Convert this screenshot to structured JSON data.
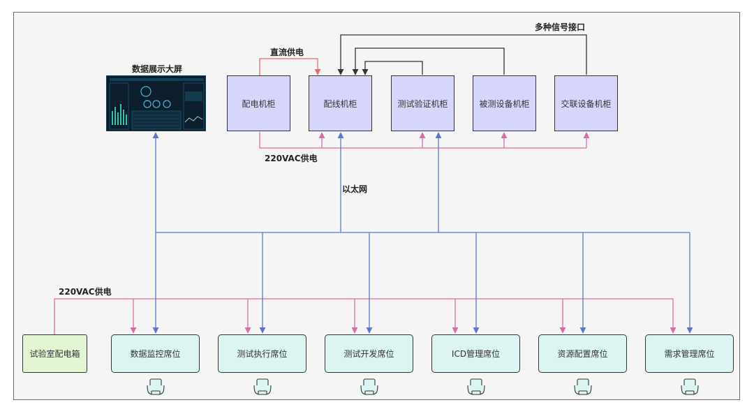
{
  "labels": {
    "screen_title": "数据展示大屏",
    "dc_power": "直流供电",
    "multi_signal": "多种信号接口",
    "ac_power_top": "220VAC供电",
    "ethernet": "以太网",
    "ac_power_bottom": "220VAC供电"
  },
  "cabinets": [
    {
      "id": "power-dist",
      "label": "配电机柜"
    },
    {
      "id": "wiring",
      "label": "配线机柜"
    },
    {
      "id": "test-verify",
      "label": "测试验证机柜"
    },
    {
      "id": "dut",
      "label": "被测设备机柜"
    },
    {
      "id": "interlink",
      "label": "交联设备机柜"
    }
  ],
  "distribution_box": {
    "label": "试验室配电箱"
  },
  "seats": [
    {
      "id": "data-monitor",
      "label": "数据监控席位"
    },
    {
      "id": "test-exec",
      "label": "测试执行席位"
    },
    {
      "id": "test-dev",
      "label": "测试开发席位"
    },
    {
      "id": "icd-mgmt",
      "label": "ICD管理席位"
    },
    {
      "id": "resource-config",
      "label": "资源配置席位"
    },
    {
      "id": "req-mgmt",
      "label": "需求管理席位"
    }
  ],
  "colors": {
    "ethernet": "#5b74d8",
    "ac_power": "#e468a8",
    "dc_power": "#e86a6a",
    "signal": "#333333",
    "cabinet_fill": "#d6d6fb",
    "seat_fill": "#dcf5f3",
    "distribution_fill": "#e4f5d4"
  },
  "icons": {
    "workstation": "computer-monitor-icon",
    "screen": "dashboard-screen-thumbnail"
  }
}
